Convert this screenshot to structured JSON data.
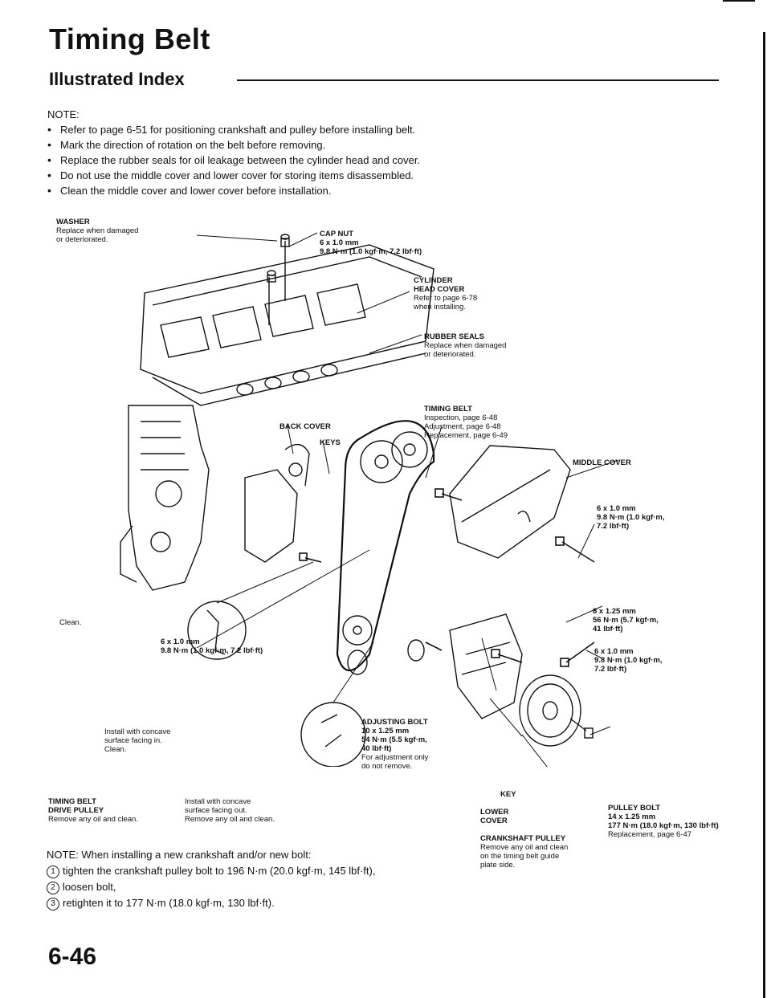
{
  "header": {
    "title": "Timing Belt",
    "subtitle": "Illustrated Index"
  },
  "notes": {
    "heading": "NOTE:",
    "items": [
      "Refer to page 6-51 for positioning crankshaft and pulley before installing belt.",
      "Mark the direction of rotation on the belt before removing.",
      "Replace the rubber seals for oil leakage between the cylinder head and cover.",
      "Do not use the middle cover and lower cover for storing items disassembled.",
      "Clean the middle cover and lower cover before installation."
    ]
  },
  "labels": {
    "washer_title": "WASHER",
    "washer_text": "Replace when damaged\nor deteriorated.",
    "capnut_title": "CAP NUT",
    "capnut_text": "6 x 1.0 mm\n9.8 N·m (1.0 kgf·m, 7.2 lbf·ft)",
    "head_cover_title": "CYLINDER\nHEAD COVER",
    "head_cover_text": "Refer to page 6-78\nwhen installing.",
    "rubber_title": "RUBBER SEALS",
    "rubber_text": "Replace when damaged\nor deteriorated.",
    "belt_title": "TIMING BELT",
    "belt_text": "Inspection, page 6-48\nAdjustment, page 6-48\nReplacement, page 6-49",
    "back_cover": "BACK COVER",
    "keys": "KEYS",
    "middle_cover": "MIDDLE COVER",
    "middle_bolt": "6 x 1.0 mm\n9.8 N·m (1.0 kgf·m,\n7.2 lbf·ft)",
    "clean_left": "Clean.",
    "bolt_8": "8 x 1.25 mm\n56 N·m (5.7 kgf·m,\n41 lbf·ft)",
    "bolt_6_left": "6 x 1.0 mm\n9.8 N·m (1.0 kgf·m, 7.2 lbf·ft)",
    "bolt_6_right": "6 x 1.0 mm\n9.8 N·m (1.0 kgf·m,\n7.2 lbf·ft)",
    "adj_title": "ADJUSTING BOLT",
    "adj_spec": "10 x 1.25 mm\n54 N·m (5.5 kgf·m,\n40 lbf·ft)",
    "adj_text": "For adjustment only\ndo not remove.",
    "concave_in": "Install with concave\nsurface facing in.\nClean.",
    "drive_title": "TIMING BELT\nDRIVE PULLEY",
    "drive_text": "Remove any oil and clean.",
    "concave_out": "Install with concave\nsurface facing out.\nRemove any oil and clean.",
    "key": "KEY",
    "lower_cover": "LOWER\nCOVER",
    "crank_title": "CRANKSHAFT PULLEY",
    "crank_text": "Remove any oil and clean\non the timing belt guide\nplate side.",
    "pulley_bolt_title": "PULLEY BOLT",
    "pulley_bolt_spec": "14 x 1.25 mm\n177 N·m (18.0 kgf·m, 130 lbf·ft)",
    "pulley_bolt_text": "Replacement, page 6-47"
  },
  "bottom_note": {
    "intro": "NOTE: When installing a new crankshaft and/or new bolt:",
    "steps": [
      {
        "num": "1",
        "text": "tighten the crankshaft pulley bolt to 196 N·m (20.0 kgf·m, 145 lbf·ft),"
      },
      {
        "num": "2",
        "text": "loosen bolt,"
      },
      {
        "num": "3",
        "text": "retighten it to 177 N·m (18.0 kgf·m, 130 lbf·ft)."
      }
    ]
  },
  "footer": {
    "page": "6-46"
  }
}
